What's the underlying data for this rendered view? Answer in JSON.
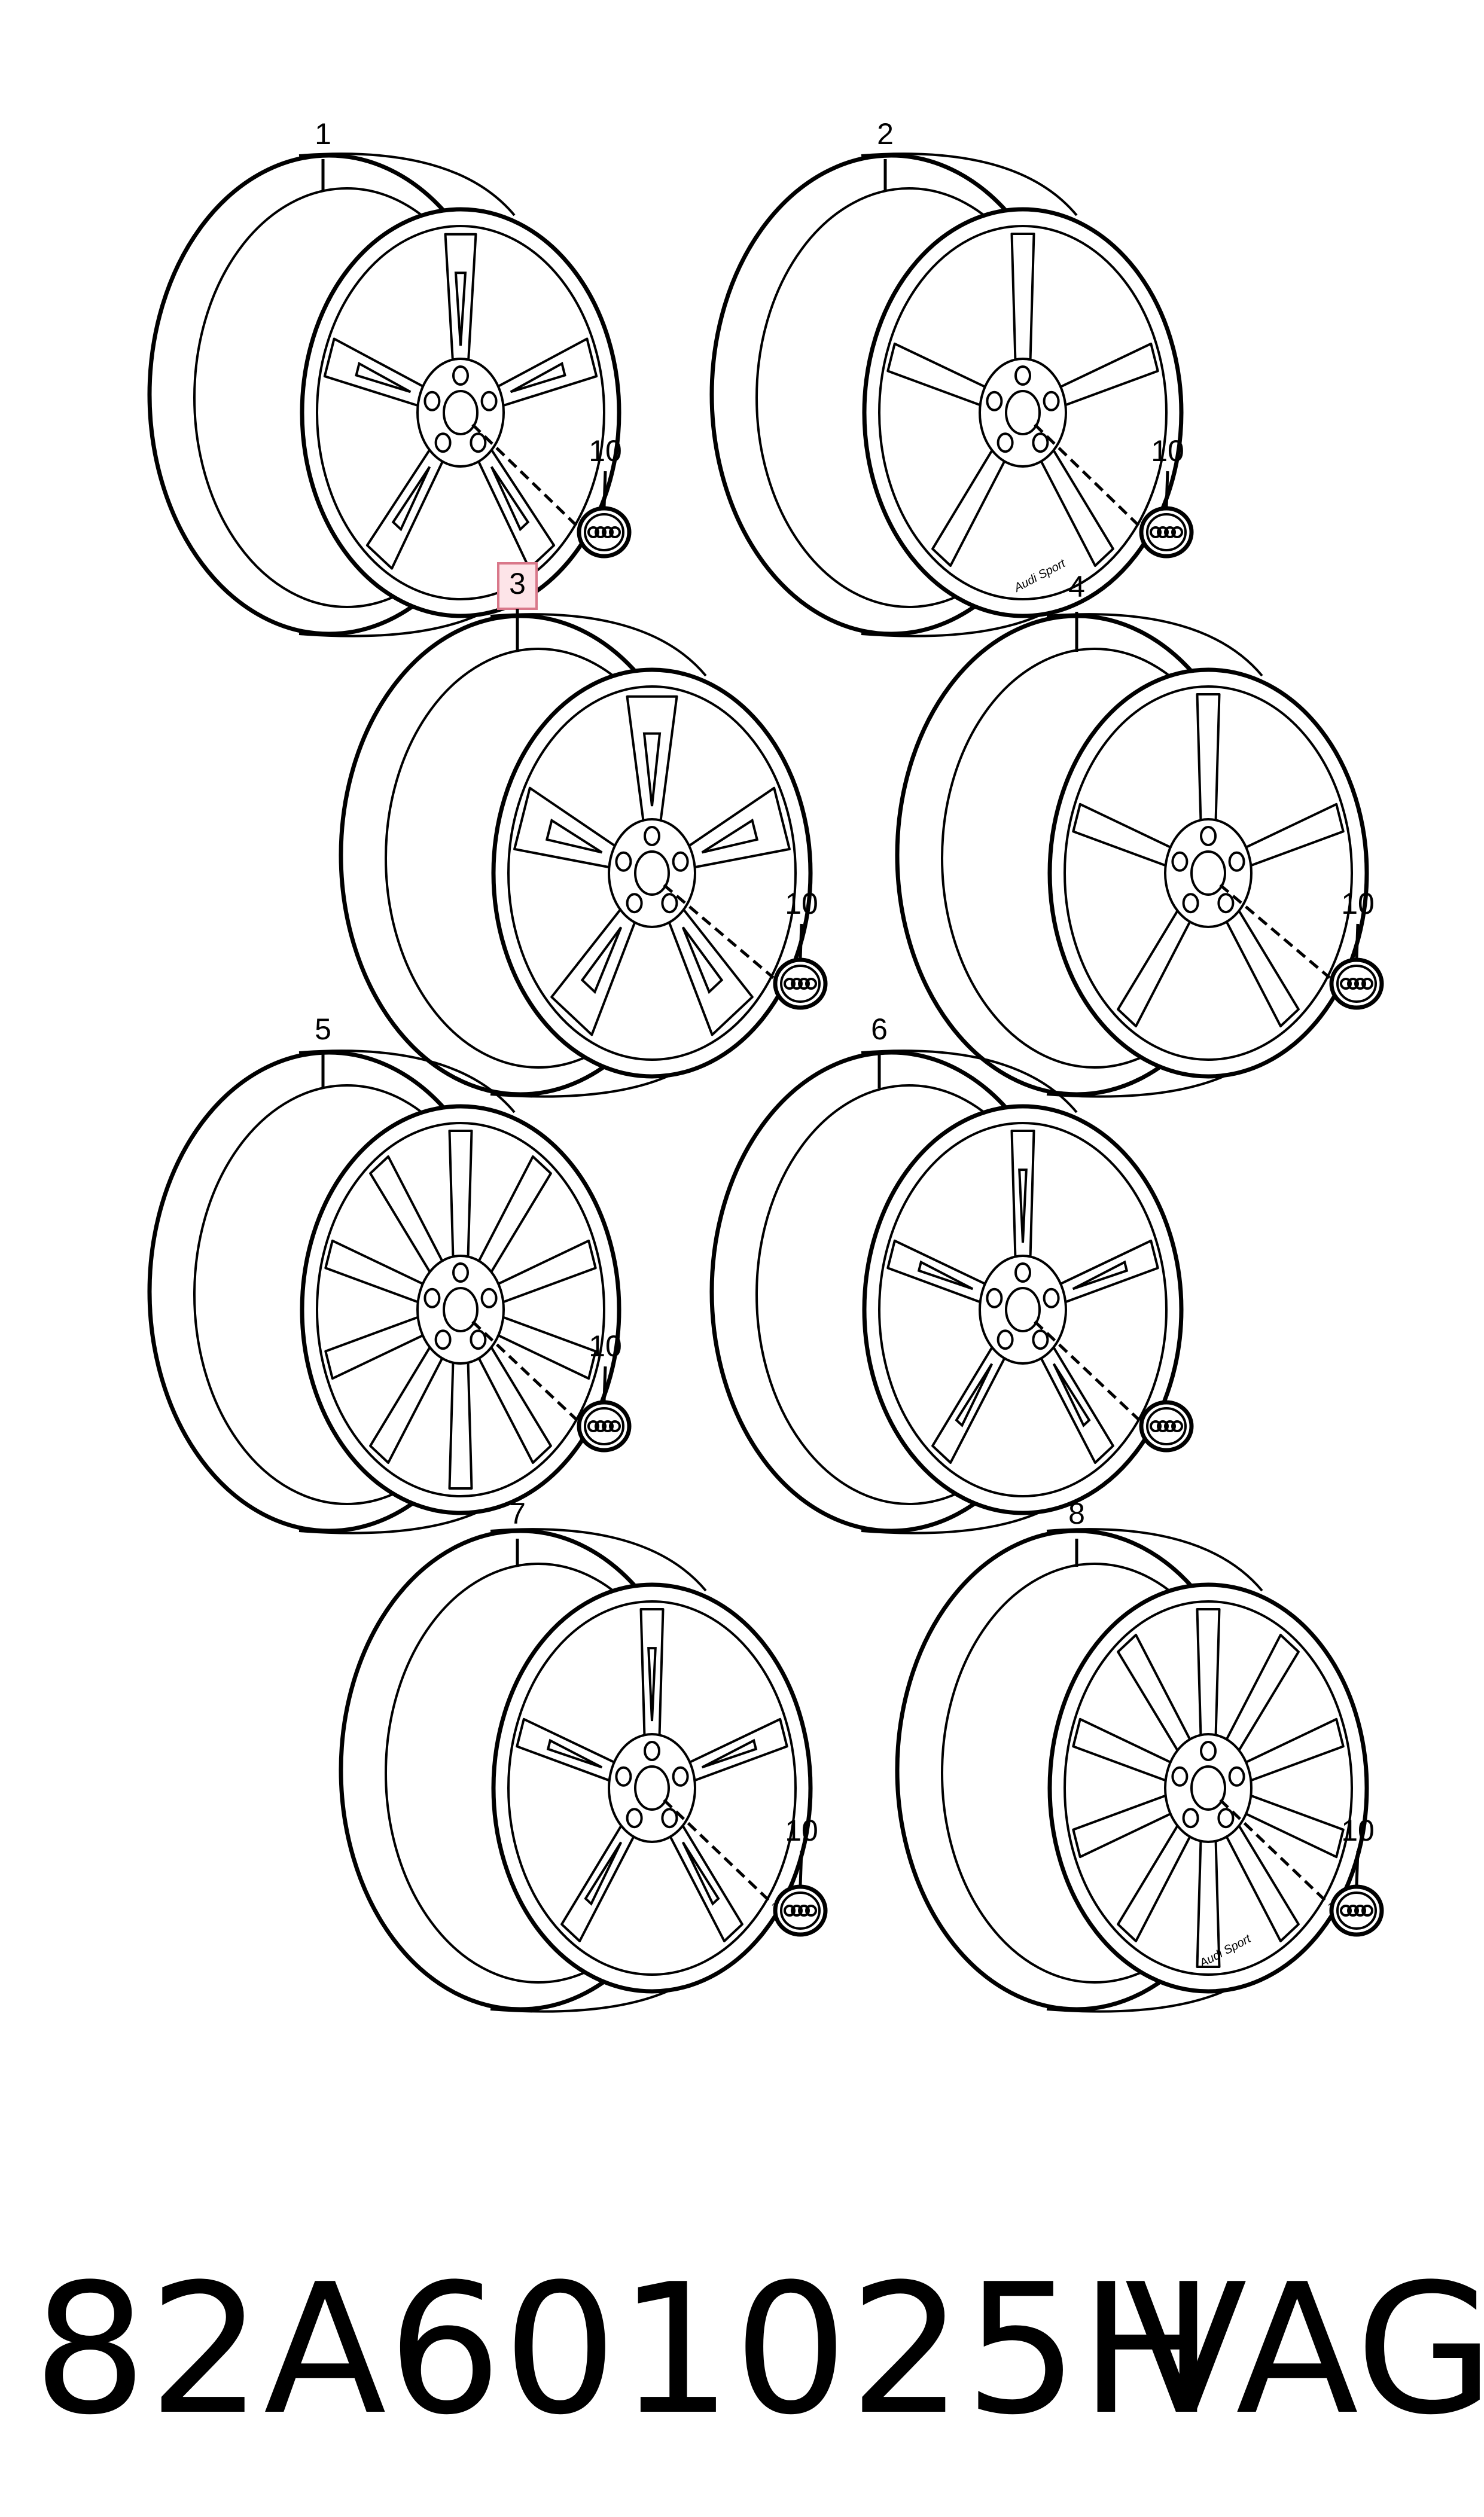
{
  "diagram": {
    "wheels": [
      {
        "label": "1",
        "spokes": 5,
        "style": "twin",
        "logo": "",
        "cap_label": "10",
        "highlighted": false
      },
      {
        "label": "2",
        "spokes": 5,
        "style": "single",
        "logo": "Audi Sport",
        "cap_label": "10",
        "highlighted": false
      },
      {
        "label": "3",
        "spokes": 5,
        "style": "hollow",
        "logo": "",
        "cap_label": "10",
        "highlighted": true
      },
      {
        "label": "4",
        "spokes": 5,
        "style": "blade",
        "logo": "",
        "cap_label": "10",
        "highlighted": false
      },
      {
        "label": "5",
        "spokes": 10,
        "style": "single",
        "logo": "",
        "cap_label": "10",
        "highlighted": false
      },
      {
        "label": "6",
        "spokes": 5,
        "style": "y",
        "logo": "",
        "cap_label": "",
        "highlighted": false
      },
      {
        "label": "7",
        "spokes": 5,
        "style": "y",
        "logo": "",
        "cap_label": "10",
        "highlighted": false
      },
      {
        "label": "8",
        "spokes": 10,
        "style": "single",
        "logo": "Audi Sport",
        "cap_label": "10",
        "highlighted": false
      }
    ]
  },
  "footer": {
    "part_number": "82A601025H",
    "brand": "VAG"
  }
}
